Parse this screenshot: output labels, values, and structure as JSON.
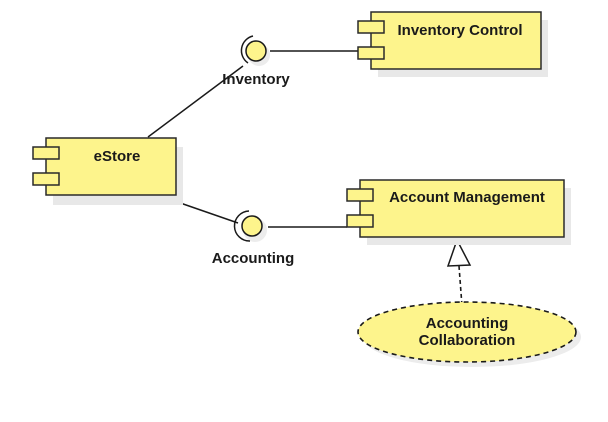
{
  "diagram": {
    "type": "UML component diagram",
    "colors": {
      "fill": "#fdf48c",
      "stroke": "#2a2a2a",
      "shadow": "#e6e6e6",
      "background": "#ffffff"
    },
    "components": [
      {
        "id": "estore",
        "label": "eStore"
      },
      {
        "id": "inventory-control",
        "label": "Inventory Control"
      },
      {
        "id": "account-management",
        "label": "Account Management"
      }
    ],
    "interfaces": [
      {
        "id": "inventory",
        "label": "Inventory",
        "provider": "inventory-control",
        "consumer": "estore"
      },
      {
        "id": "accounting",
        "label": "Accounting",
        "provider": "account-management",
        "consumer": "estore"
      }
    ],
    "collaborations": [
      {
        "id": "accounting-collaboration",
        "line1": "Accounting",
        "line2": "Collaboration",
        "realizes": "account-management"
      }
    ]
  }
}
